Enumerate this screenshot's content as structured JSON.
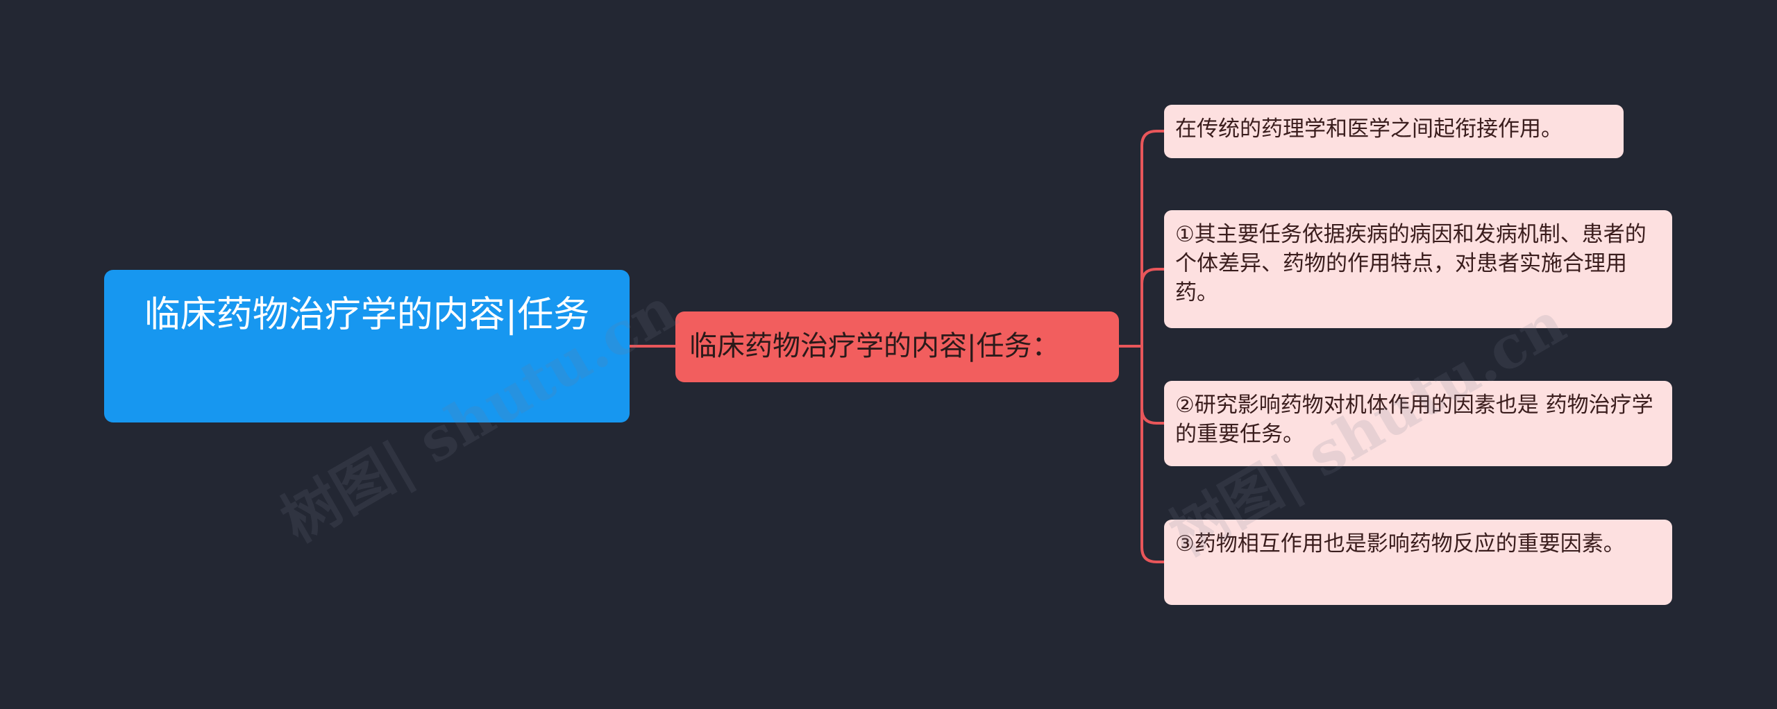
{
  "mindmap": {
    "root": {
      "text": "临床药物治疗学的内容|任务"
    },
    "branch": {
      "text": "临床药物治疗学的内容|任务："
    },
    "leaves": [
      {
        "text": "在传统的药理学和医学之间起衔接作用。"
      },
      {
        "text": "①其主要任务依据疾病的病因和发病机制、患者的个体差异、药物的作用特点，对患者实施合理用药。"
      },
      {
        "text": "②研究影响药物对机体作用的因素也是 药物治疗学的重要任务。"
      },
      {
        "text": "③药物相互作用也是影响药物反应的重要因素。"
      }
    ]
  },
  "watermark": {
    "text": "树图| shutu.cn"
  },
  "colors": {
    "background": "#232733",
    "root_fill": "#1797f0",
    "branch_fill": "#f25e5e",
    "leaf_fill": "#fde0e0",
    "connector": "#e8565a"
  }
}
